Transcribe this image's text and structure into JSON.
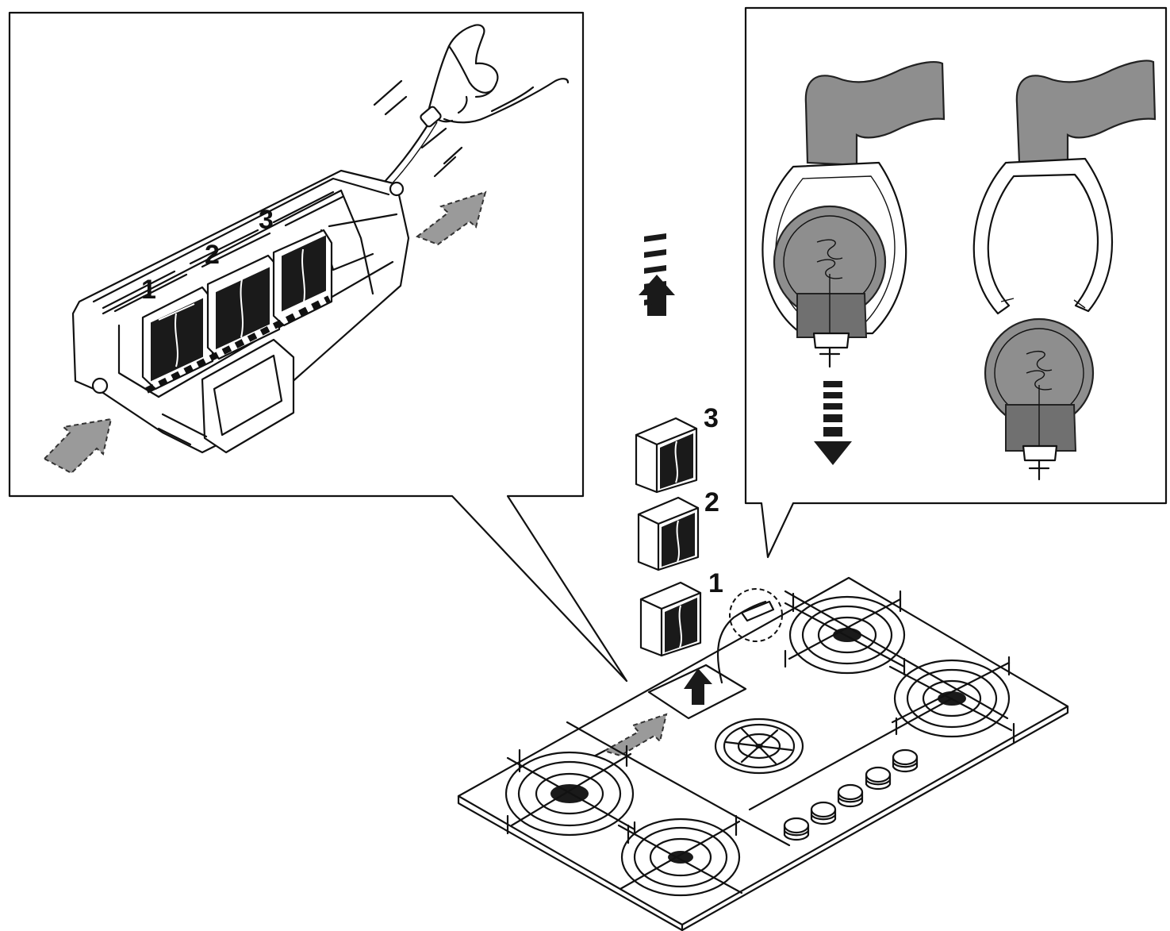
{
  "labels": {
    "left_panel_filter_1": "1",
    "left_panel_filter_2": "2",
    "left_panel_filter_3": "3",
    "stack_filter_3": "3",
    "stack_filter_2": "2",
    "stack_filter_1": "1"
  },
  "colors": {
    "hose": "#8e8e8e",
    "filter_disc": "#8e8e8e",
    "arrow_dark": "#1a1a1a",
    "airflow_arrow": "#9a9a9a"
  }
}
